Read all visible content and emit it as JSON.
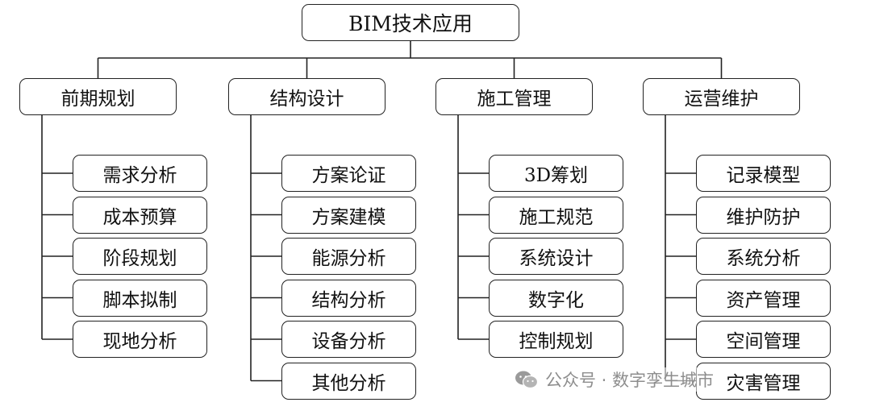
{
  "root": {
    "label": "BIM技术应用"
  },
  "categories": [
    {
      "label": "前期规划",
      "items": [
        "需求分析",
        "成本预算",
        "阶段规划",
        "脚本拟制",
        "现地分析"
      ]
    },
    {
      "label": "结构设计",
      "items": [
        "方案论证",
        "方案建模",
        "能源分析",
        "结构分析",
        "设备分析",
        "其他分析"
      ]
    },
    {
      "label": "施工管理",
      "items": [
        "3D筹划",
        "施工规范",
        "系统设计",
        "数字化",
        "控制规划"
      ]
    },
    {
      "label": "运营维护",
      "items": [
        "记录模型",
        "维护防护",
        "系统分析",
        "资产管理",
        "空间管理",
        "灾害管理"
      ]
    }
  ],
  "watermark": {
    "text": "公众号 · 数字孪生城市"
  }
}
